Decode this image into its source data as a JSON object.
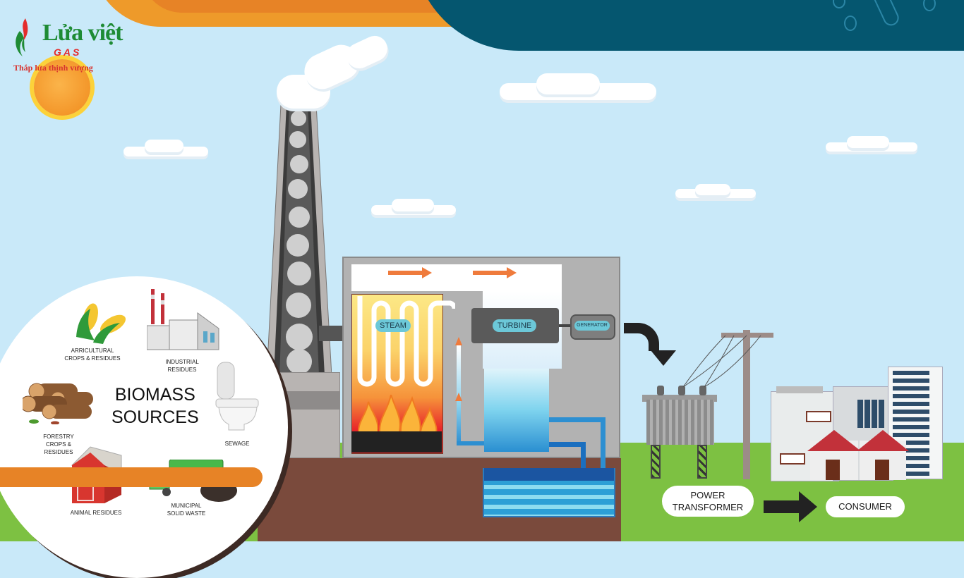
{
  "brand": {
    "name": "Lửa việt",
    "sub": "GAS",
    "slogan": "Thắp lửa thịnh vượng"
  },
  "biomass_panel": {
    "title_line1": "BIOMASS",
    "title_line2": "SOURCES",
    "sources": [
      {
        "label_line1": "ARRICULTURAL",
        "label_line2": "CROPS & RESIDUES",
        "icon": "corn-icon"
      },
      {
        "label_line1": "INDUSTRIAL",
        "label_line2": "RESIDUES",
        "icon": "factory-icon"
      },
      {
        "label_line1": "SEWAGE",
        "label_line2": "",
        "icon": "toilet-icon"
      },
      {
        "label_line1": "FORESTRY",
        "label_line2": "CROPS & RESIDUES",
        "icon": "logs-icon"
      },
      {
        "label_line1": "ANIMAL RESIDUES",
        "label_line2": "",
        "icon": "barn-icon"
      },
      {
        "label_line1": "MUNICIPAL",
        "label_line2": "SOLID WASTE",
        "icon": "garbage-truck-icon"
      }
    ]
  },
  "plant": {
    "steam_label": "STEAM",
    "turbine_label": "TURBINE",
    "generator_label": "GENERATOR"
  },
  "distribution": {
    "transformer_line1": "POWER",
    "transformer_line2": "TRANSFORMER",
    "consumer_label": "CONSUMER"
  },
  "colors": {
    "sky": "#c9e9f9",
    "ground": "#7dc142",
    "dirt": "#7a4a3c",
    "banner_teal": "#05566f",
    "banner_orange": "#e78326",
    "label_pill": "#6cc8d8"
  }
}
